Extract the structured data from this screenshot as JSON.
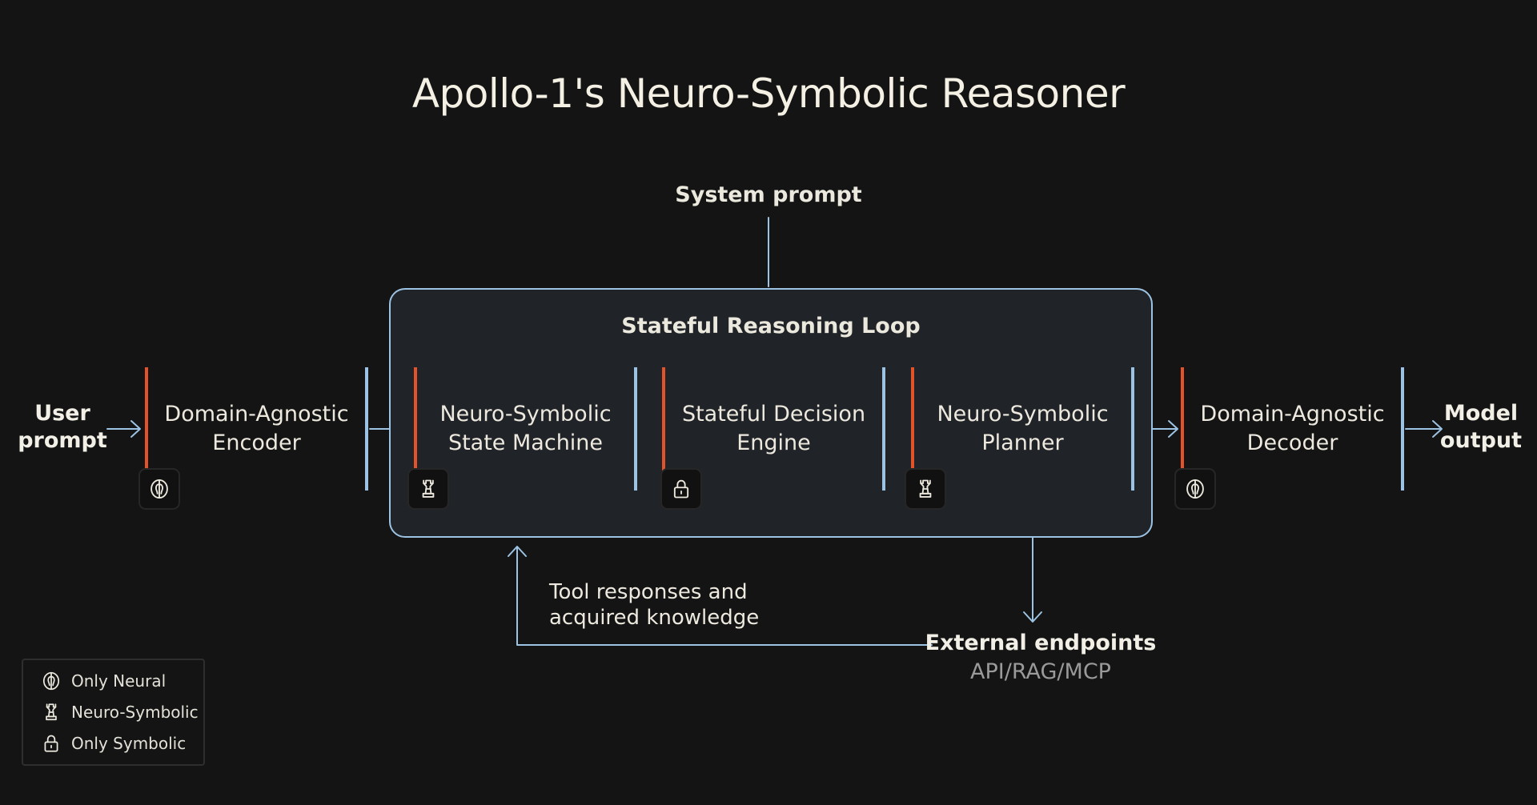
{
  "title": "Apollo-1's Neuro-Symbolic Reasoner",
  "inputs": {
    "user_prompt": [
      "User",
      "prompt"
    ],
    "model_output": [
      "Model",
      "output"
    ],
    "system_prompt": "System prompt"
  },
  "loop": {
    "label": "Stateful Reasoning Loop"
  },
  "nodes": [
    {
      "lines": [
        "Domain-Agnostic",
        "Encoder"
      ],
      "kind": "neural",
      "icon": "brain-icon"
    },
    {
      "lines": [
        "Neuro-Symbolic",
        "State Machine"
      ],
      "kind": "neuro-symbolic",
      "icon": "chess-rook-icon"
    },
    {
      "lines": [
        "Stateful Decision",
        "Engine"
      ],
      "kind": "symbolic",
      "icon": "lock-icon"
    },
    {
      "lines": [
        "Neuro-Symbolic",
        "Planner"
      ],
      "kind": "neuro-symbolic",
      "icon": "chess-rook-icon"
    },
    {
      "lines": [
        "Domain-Agnostic",
        "Decoder"
      ],
      "kind": "neural",
      "icon": "brain-icon"
    }
  ],
  "feedback": {
    "lines": [
      "Tool responses and",
      "acquired knowledge"
    ]
  },
  "external": {
    "title": "External endpoints",
    "subtitle": "API/RAG/MCP"
  },
  "legend": [
    {
      "label": "Only Neural",
      "icon": "brain-icon"
    },
    {
      "label": "Neuro-Symbolic",
      "icon": "chess-rook-icon"
    },
    {
      "label": "Only Symbolic",
      "icon": "lock-icon"
    }
  ],
  "colors": {
    "background": "#141414",
    "accent_orange": "#e4522a",
    "accent_blue": "#9cc3e3",
    "loop_fill": "#202327"
  }
}
